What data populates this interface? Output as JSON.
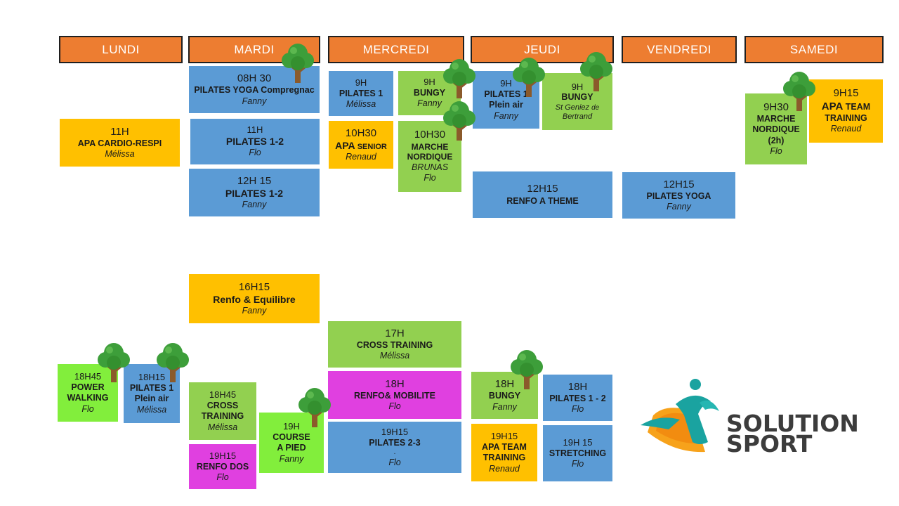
{
  "days": [
    "LUNDI",
    "MARDI",
    "MERCREDI",
    "JEUDI",
    "VENDREDI",
    "SAMEDI"
  ],
  "colors": {
    "header": "#ed7d31",
    "blue": "#5b9bd5",
    "green": "#92d050",
    "lime": "#82ee3c",
    "yellow": "#ffc000",
    "pink": "#e040e0",
    "tree_leaf": "#3d9e3a",
    "tree_trunk": "#8b5a2b"
  },
  "icons": {
    "outdoor": "tree-icon"
  },
  "lundi": {
    "c1": {
      "time": "11H",
      "name": "APA CARDIO-RESPI",
      "coach": "Mélissa"
    },
    "c2": {
      "time": "18H45",
      "name1": "POWER",
      "name2": "WALKING",
      "coach": "Flo"
    },
    "c3": {
      "time": "18H15",
      "name1": "PILATES 1",
      "name2": "Plein air",
      "coach": "Mélissa"
    }
  },
  "mardi": {
    "c1": {
      "time": "08H 30",
      "name": "PILATES YOGA Compregnac",
      "coach": "Fanny"
    },
    "c2": {
      "time": "11H",
      "name": "PILATES 1-2",
      "coach": "Flo"
    },
    "c3": {
      "time": "12H 15",
      "name": "PILATES 1-2",
      "coach": "Fanny"
    },
    "c4": {
      "time": "16H15",
      "name": "Renfo & Equilibre",
      "coach": "Fanny"
    },
    "c5": {
      "time": "18H45",
      "name1": "CROSS",
      "name2": "TRAINING",
      "coach": "Mélissa"
    },
    "c6": {
      "time": "19H15",
      "name": "RENFO  DOS",
      "coach": "Flo"
    },
    "c7": {
      "time": "19H",
      "name1": "COURSE",
      "name2": "A PIED",
      "coach": "Fanny"
    }
  },
  "mercredi": {
    "c1": {
      "time": "9H",
      "name": "PILATES 1",
      "coach": "Mélissa"
    },
    "c2": {
      "time": "9H",
      "name": "BUNGY",
      "coach": "Fanny"
    },
    "c3": {
      "time": "10H30",
      "name_a": "APA",
      "name_b": " SENIOR",
      "coach": "Renaud"
    },
    "c4": {
      "time": "10H30",
      "name1": "MARCHE",
      "name2": "NORDIQUE",
      "place": "BRUNAS",
      "coach": "Flo"
    },
    "c5": {
      "time": "17H",
      "name": "CROSS TRAINING",
      "coach": "Mélissa"
    },
    "c6": {
      "time": "18H",
      "name": "RENFO& MOBILITE",
      "coach": "Flo"
    },
    "c7": {
      "time": "19H15",
      "name": "PILATES 2-3",
      "dot": ".",
      "coach": "Flo"
    }
  },
  "jeudi": {
    "c1": {
      "time": "9H",
      "name1": "PILATES 1",
      "name2": "Plein air",
      "coach": "Fanny"
    },
    "c2": {
      "time": "9H",
      "name": "BUNGY",
      "place_a": "St Geniez ",
      "place_b": "de",
      "place_c": "Bertrand"
    },
    "c3": {
      "time": "12H15",
      "name": "RENFO A THEME"
    },
    "c4": {
      "time": "18H",
      "name": "BUNGY",
      "coach": "Fanny"
    },
    "c5": {
      "time": "18H",
      "name": "PILATES 1 - 2",
      "coach": "Flo"
    },
    "c6": {
      "time": "19H15",
      "name_a": "APA",
      "name_b": " TEAM",
      "name2": "TRAINING",
      "coach": "Renaud"
    },
    "c7": {
      "time": "19H 15",
      "name": "STRETCHING",
      "coach": "Flo"
    }
  },
  "vendredi": {
    "c1": {
      "time": "12H15",
      "name": "PILATES  YOGA",
      "coach": "Fanny"
    }
  },
  "samedi": {
    "c1": {
      "time": "9H30",
      "name1": "MARCHE",
      "name2": "NORDIQUE",
      "name3": "(2h)",
      "coach": "Flo"
    },
    "c2": {
      "time": "9H15",
      "name_a": "APA",
      "name_b": " TEAM",
      "name2": "TRAINING",
      "coach": "Renaud"
    }
  },
  "logo": {
    "line1": "SOLUTION",
    "line2": "SPORT"
  }
}
